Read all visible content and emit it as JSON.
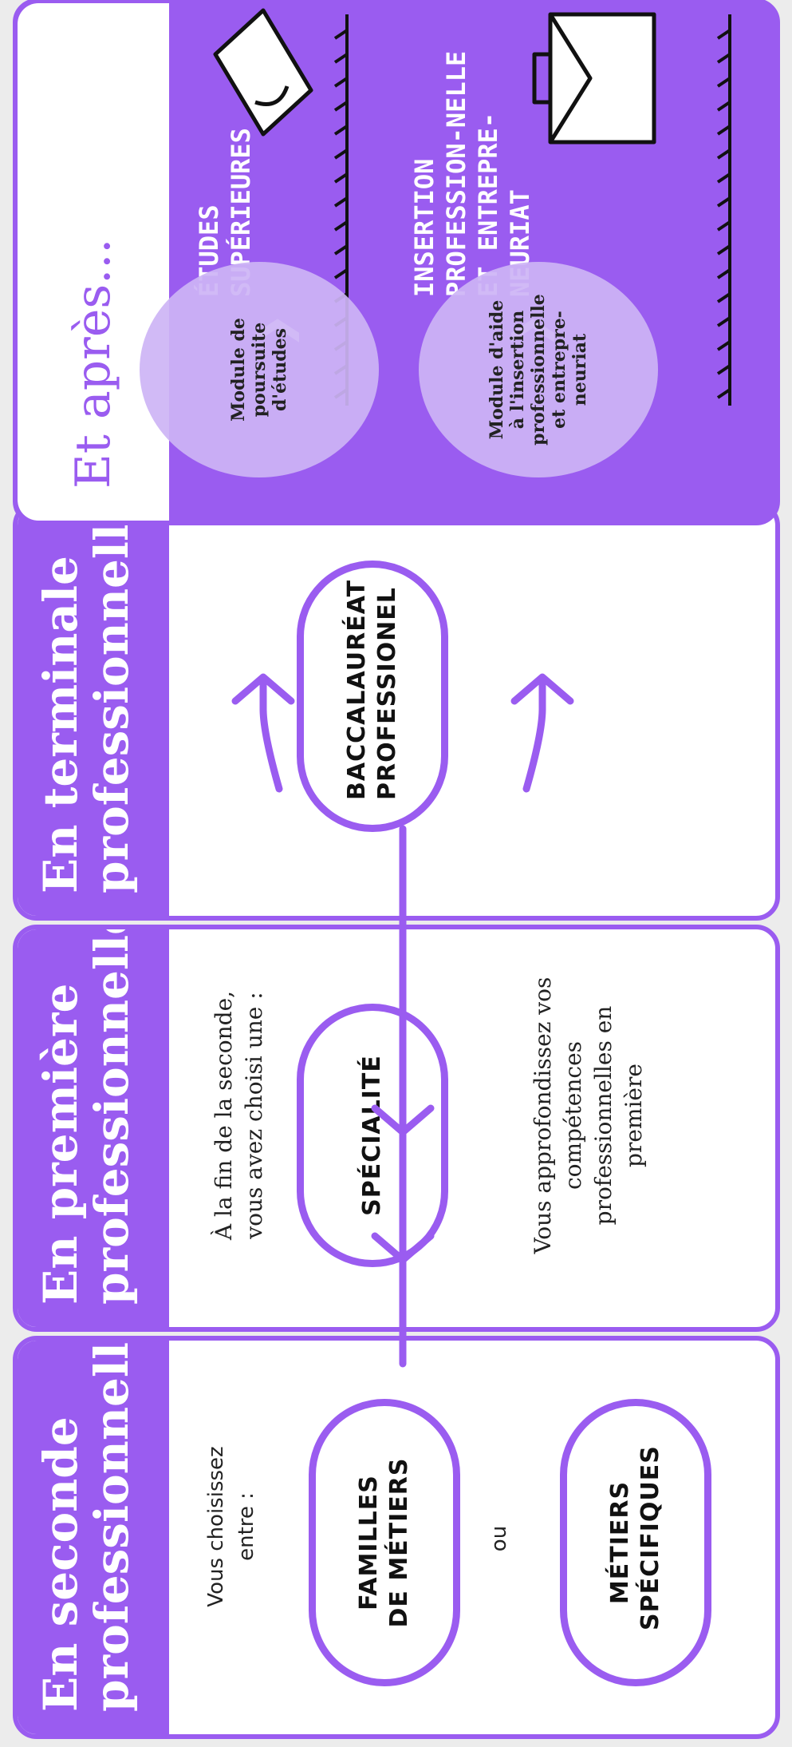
{
  "columns": {
    "seconde": {
      "title_line1": "En seconde",
      "title_line2": "professionnelle",
      "intro": "Vous choisissez entre :",
      "option_a": "FAMILLES DE MÉTIERS",
      "or": "ou",
      "option_b": "MÉTIERS SPÉCIFIQUES"
    },
    "premiere": {
      "title_line1": "En première",
      "title_line2": "professionnelle",
      "intro": "À la fin de la seconde, vous avez choisi une :",
      "pill": "SPÉCIALITÉ",
      "outro": "Vous approfondissez vos compétences professionnelles en première"
    },
    "terminale": {
      "title_line1": "En terminale",
      "title_line2": "professionnelle",
      "pill": "BACCALAURÉAT PROFESSIONEL"
    },
    "apres": {
      "title": "Et après...",
      "module_1": "Module de poursuite d'études",
      "module_2": "Module d'aide à l'insertion professionnelle et entrepre-neuriat",
      "outcome_1": "ÉTUDES SUPÉRIEURES",
      "outcome_2": "INSERTION PROFESSION-NELLE ET ENTREPRE-NEURIAT"
    }
  },
  "icons": {
    "graduation": "graduation-cap-icon",
    "briefcase": "briefcase-icon",
    "chevron": "chevron-right-icon"
  },
  "colors": {
    "accent": "#9a5cf0",
    "module_bg": "#cdb4f5",
    "page_bg": "#ececec",
    "text": "#222222"
  }
}
